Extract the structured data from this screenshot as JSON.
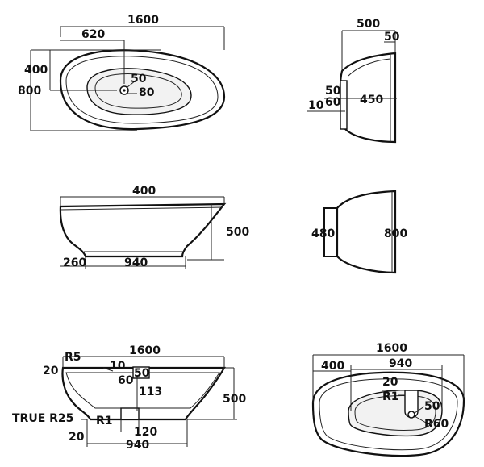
{
  "views": {
    "top_view": {
      "overall_length": "1600",
      "offset_length": "620",
      "half_width": "400",
      "overall_width": "800",
      "drain_diameter": "50",
      "drain_overflow": "80"
    },
    "side_section_view": {
      "depth": "500",
      "rim_thickness": "50",
      "base_offset": "50",
      "base_height": "60",
      "wall_thickness": "10",
      "inner_depth": "450"
    },
    "front_view": {
      "top_length": "400",
      "height": "500",
      "base_offset": "260",
      "base_length": "940"
    },
    "end_view": {
      "base_width": "480",
      "overall_width": "800"
    },
    "front_section_view": {
      "overall_length": "1600",
      "radius_top": "R5",
      "rim_edge": "20",
      "overflow_width": "10",
      "overflow_height": "60",
      "overflow_size": "50",
      "drain_depth": "113",
      "height": "500",
      "true_radius": "TRUE R25",
      "radius_bottom": "R1",
      "drain_length": "120",
      "base_edge": "20",
      "base_length": "940"
    },
    "plan_view": {
      "overall_length": "1600",
      "offset": "400",
      "inner_length": "940",
      "corner_offset": "20",
      "radius_small": "R1",
      "drain_diameter": "50",
      "radius_large": "R60"
    }
  }
}
